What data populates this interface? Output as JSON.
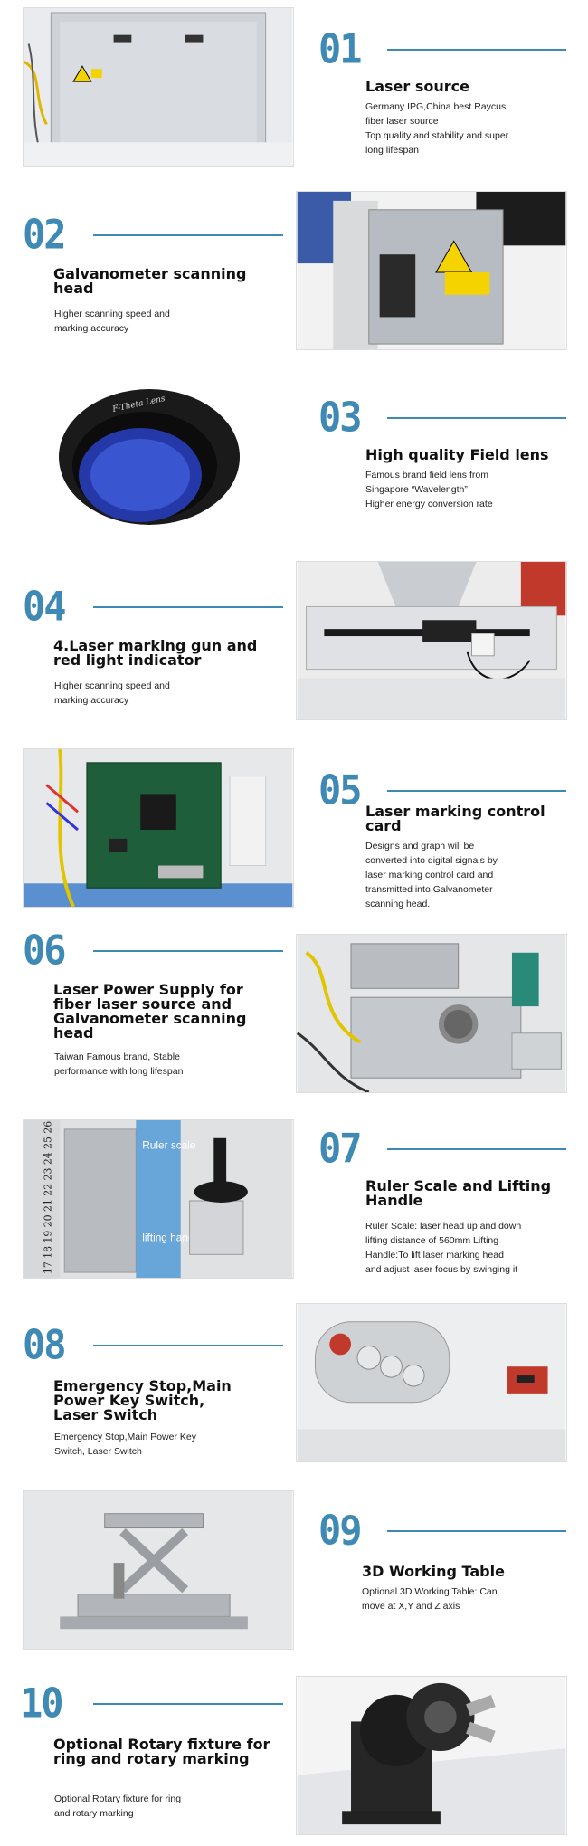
{
  "sections": [
    {
      "num": "01",
      "title": "Laser source",
      "desc": [
        "Germany IPG,China best Raycus",
        "fiber laser source",
        "Top quality and stability and super",
        "long lifespan"
      ]
    },
    {
      "num": "02",
      "title": "Galvanometer scanning head",
      "desc": [
        "Higher scanning speed and",
        "marking accuracy"
      ]
    },
    {
      "num": "03",
      "title": "High quality Field lens",
      "desc": [
        "Famous brand field lens from",
        "Singapore “Wavelength”",
        "Higher energy conversion rate"
      ]
    },
    {
      "num": "04",
      "title": "4.Laser marking gun and red light indicator",
      "desc": [
        "Higher scanning speed and",
        "marking accuracy"
      ]
    },
    {
      "num": "05",
      "title": "Laser marking control card",
      "desc": [
        "Designs and graph will be",
        "converted into digital signals by",
        "laser marking control card and",
        "transmitted into Galvanometer",
        "scanning head."
      ]
    },
    {
      "num": "06",
      "title": "Laser Power Supply for fiber laser source and Galvanometer scanning head",
      "desc": [
        "Taiwan Famous brand, Stable",
        "performance with long lifespan"
      ]
    },
    {
      "num": "07",
      "title": "Ruler Scale and Lifting Handle",
      "desc": [
        "Ruler Scale: laser head up and down",
        "lifting distance of 560mm  Lifting",
        "Handle:To lift laser marking head",
        "and adjust laser focus by swinging it"
      ]
    },
    {
      "num": "08",
      "title": "Emergency Stop,Main Power Key Switch, Laser Switch",
      "desc": [
        "Emergency Stop,Main Power Key",
        "Switch, Laser Switch"
      ]
    },
    {
      "num": "09",
      "title": "3D Working Table",
      "desc": [
        "Optional 3D Working Table: Can",
        "move at X,Y and Z axis"
      ]
    },
    {
      "num": "10",
      "title": "Optional Rotary fixture for ring and rotary marking",
      "desc": [
        "Optional Rotary fixture for ring",
        "and rotary marking"
      ]
    }
  ],
  "photo_labels": {
    "lens_text": "F-Theta Lens",
    "ruler_ticks": "17 18 19 20 21 22 23 24 25 26 2",
    "ruler_scale": "Ruler scale",
    "lifting_handle": "lifting handle"
  }
}
